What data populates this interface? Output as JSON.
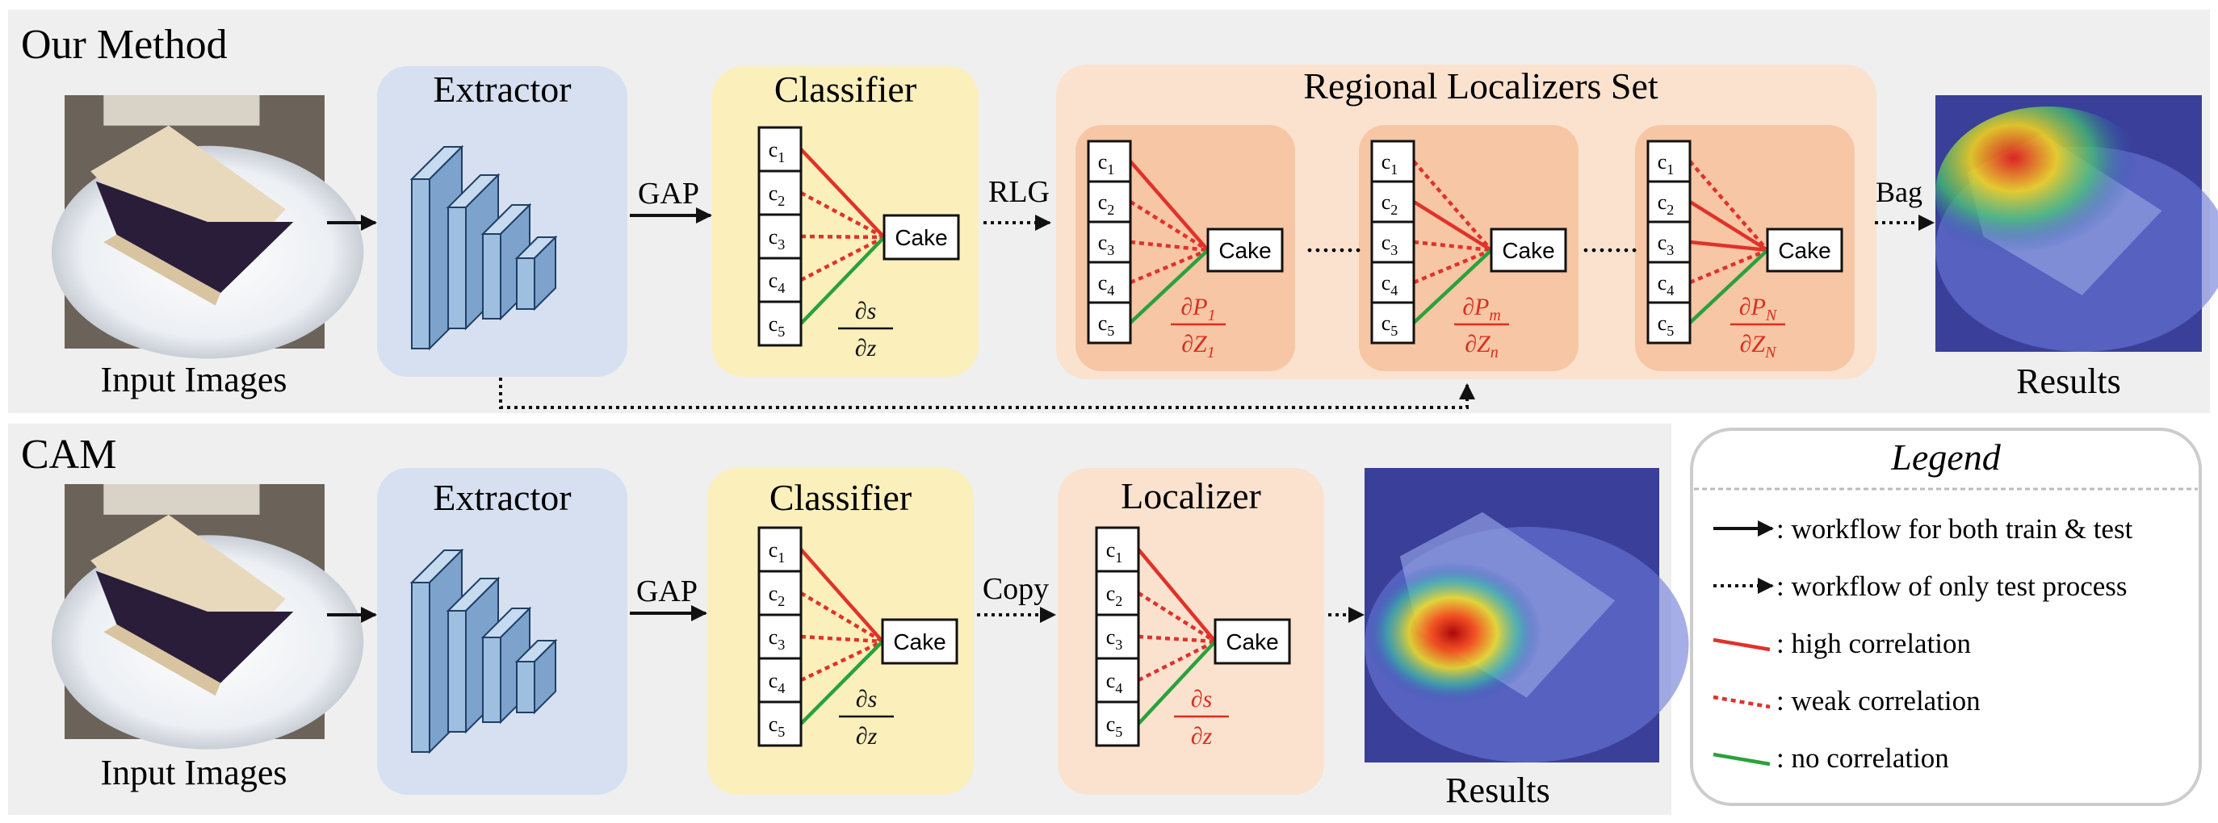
{
  "colors": {
    "high": "#e0322a",
    "weak": "#e0322a",
    "none": "#2aa13c",
    "section_bg": "#efefef",
    "extractor_bg": "#d6e0f0",
    "classifier_bg": "#fbefbb",
    "localizer_set_bg": "#fbe2cf",
    "localizer_bg": "#f6c6a5",
    "cuboid_front": "#9ebfe0",
    "cuboid_top": "#c6dbef",
    "cuboid_side": "#7da3cc",
    "red_text": "#d7301f"
  },
  "top": {
    "section_title": "Our Method",
    "input_caption": "Input Images",
    "extractor_title": "Extractor",
    "gap_label": "GAP",
    "classifier_title": "Classifier",
    "classifier_output": "Cake",
    "classifier_formula": {
      "num": "∂s",
      "den": "∂z"
    },
    "rlg_label": "RLG",
    "set_title": "Regional Localizers Set",
    "localizers": [
      {
        "output": "Cake",
        "num_base": "∂P",
        "num_sub": "1",
        "den_base": "∂Z",
        "den_sub": "1",
        "lines": [
          "high",
          "weak",
          "weak",
          "weak",
          "none"
        ]
      },
      {
        "output": "Cake",
        "num_base": "∂P",
        "num_sub": "m",
        "den_base": "∂Z",
        "den_sub": "n",
        "lines": [
          "weak",
          "high",
          "weak",
          "weak",
          "none"
        ]
      },
      {
        "output": "Cake",
        "num_base": "∂P",
        "num_sub": "N",
        "den_base": "∂Z",
        "den_sub": "N",
        "lines": [
          "weak",
          "high",
          "high",
          "weak",
          "none"
        ]
      }
    ],
    "ellipsis": ".......",
    "bag_label": "Bag",
    "results_caption": "Results"
  },
  "bottom": {
    "section_title": "CAM",
    "input_caption": "Input Images",
    "extractor_title": "Extractor",
    "gap_label": "GAP",
    "classifier_title": "Classifier",
    "classifier_output": "Cake",
    "classifier_formula": {
      "num": "∂s",
      "den": "∂z"
    },
    "copy_label": "Copy",
    "localizer_title": "Localizer",
    "localizer_output": "Cake",
    "localizer_formula": {
      "num": "∂s",
      "den": "∂z"
    },
    "results_caption": "Results"
  },
  "cells": [
    {
      "base": "c",
      "sub": "1"
    },
    {
      "base": "c",
      "sub": "2"
    },
    {
      "base": "c",
      "sub": "3"
    },
    {
      "base": "c",
      "sub": "4"
    },
    {
      "base": "c",
      "sub": "5"
    }
  ],
  "classifier_lines": [
    "high",
    "weak",
    "weak",
    "weak",
    "none"
  ],
  "legend": {
    "title": "Legend",
    "items": [
      {
        "kind": "solid_arrow",
        "text": ": workflow for both train & test"
      },
      {
        "kind": "dotted_arrow",
        "text": ": workflow of only test process"
      },
      {
        "kind": "high",
        "text": ": high correlation"
      },
      {
        "kind": "weak",
        "text": ": weak correlation"
      },
      {
        "kind": "none",
        "text": ": no correlation"
      }
    ]
  }
}
